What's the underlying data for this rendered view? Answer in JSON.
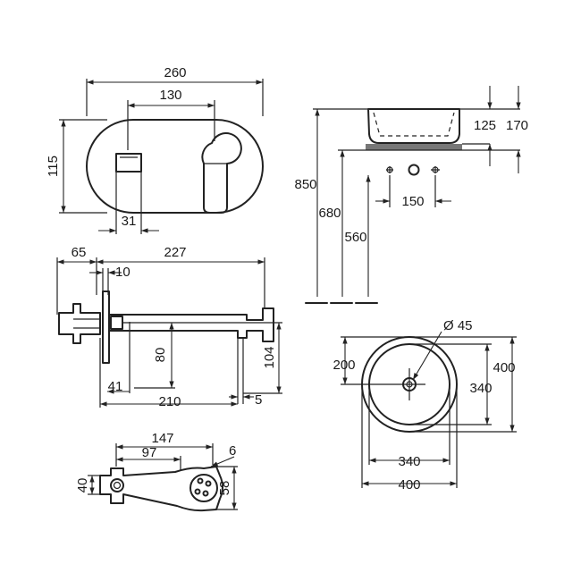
{
  "dims": {
    "plate_width": "260",
    "spout_offset": "130",
    "plate_height": "115",
    "socket_width": "31",
    "depth_total": "65",
    "flange_thk": "10",
    "spout_length": "227",
    "spout_height": "80",
    "outlet_height": "104",
    "body_offset": "41",
    "spout_reach": "210",
    "outlet_dia": "5",
    "bracket_width": "147",
    "bracket_offset": "97",
    "bracket_left_h": "40",
    "bracket_right_h": "58",
    "bracket_pipe": "6",
    "basin_depth": "125",
    "basin_total_h": "170",
    "height_850": "850",
    "height_680": "680",
    "height_560": "560",
    "tap_spacing": "150",
    "waste_dia": "Ø 45",
    "basin_center": "200",
    "basin_inner_y": "340",
    "basin_outer_y": "400",
    "basin_inner_x": "340",
    "basin_outer_x": "400"
  }
}
